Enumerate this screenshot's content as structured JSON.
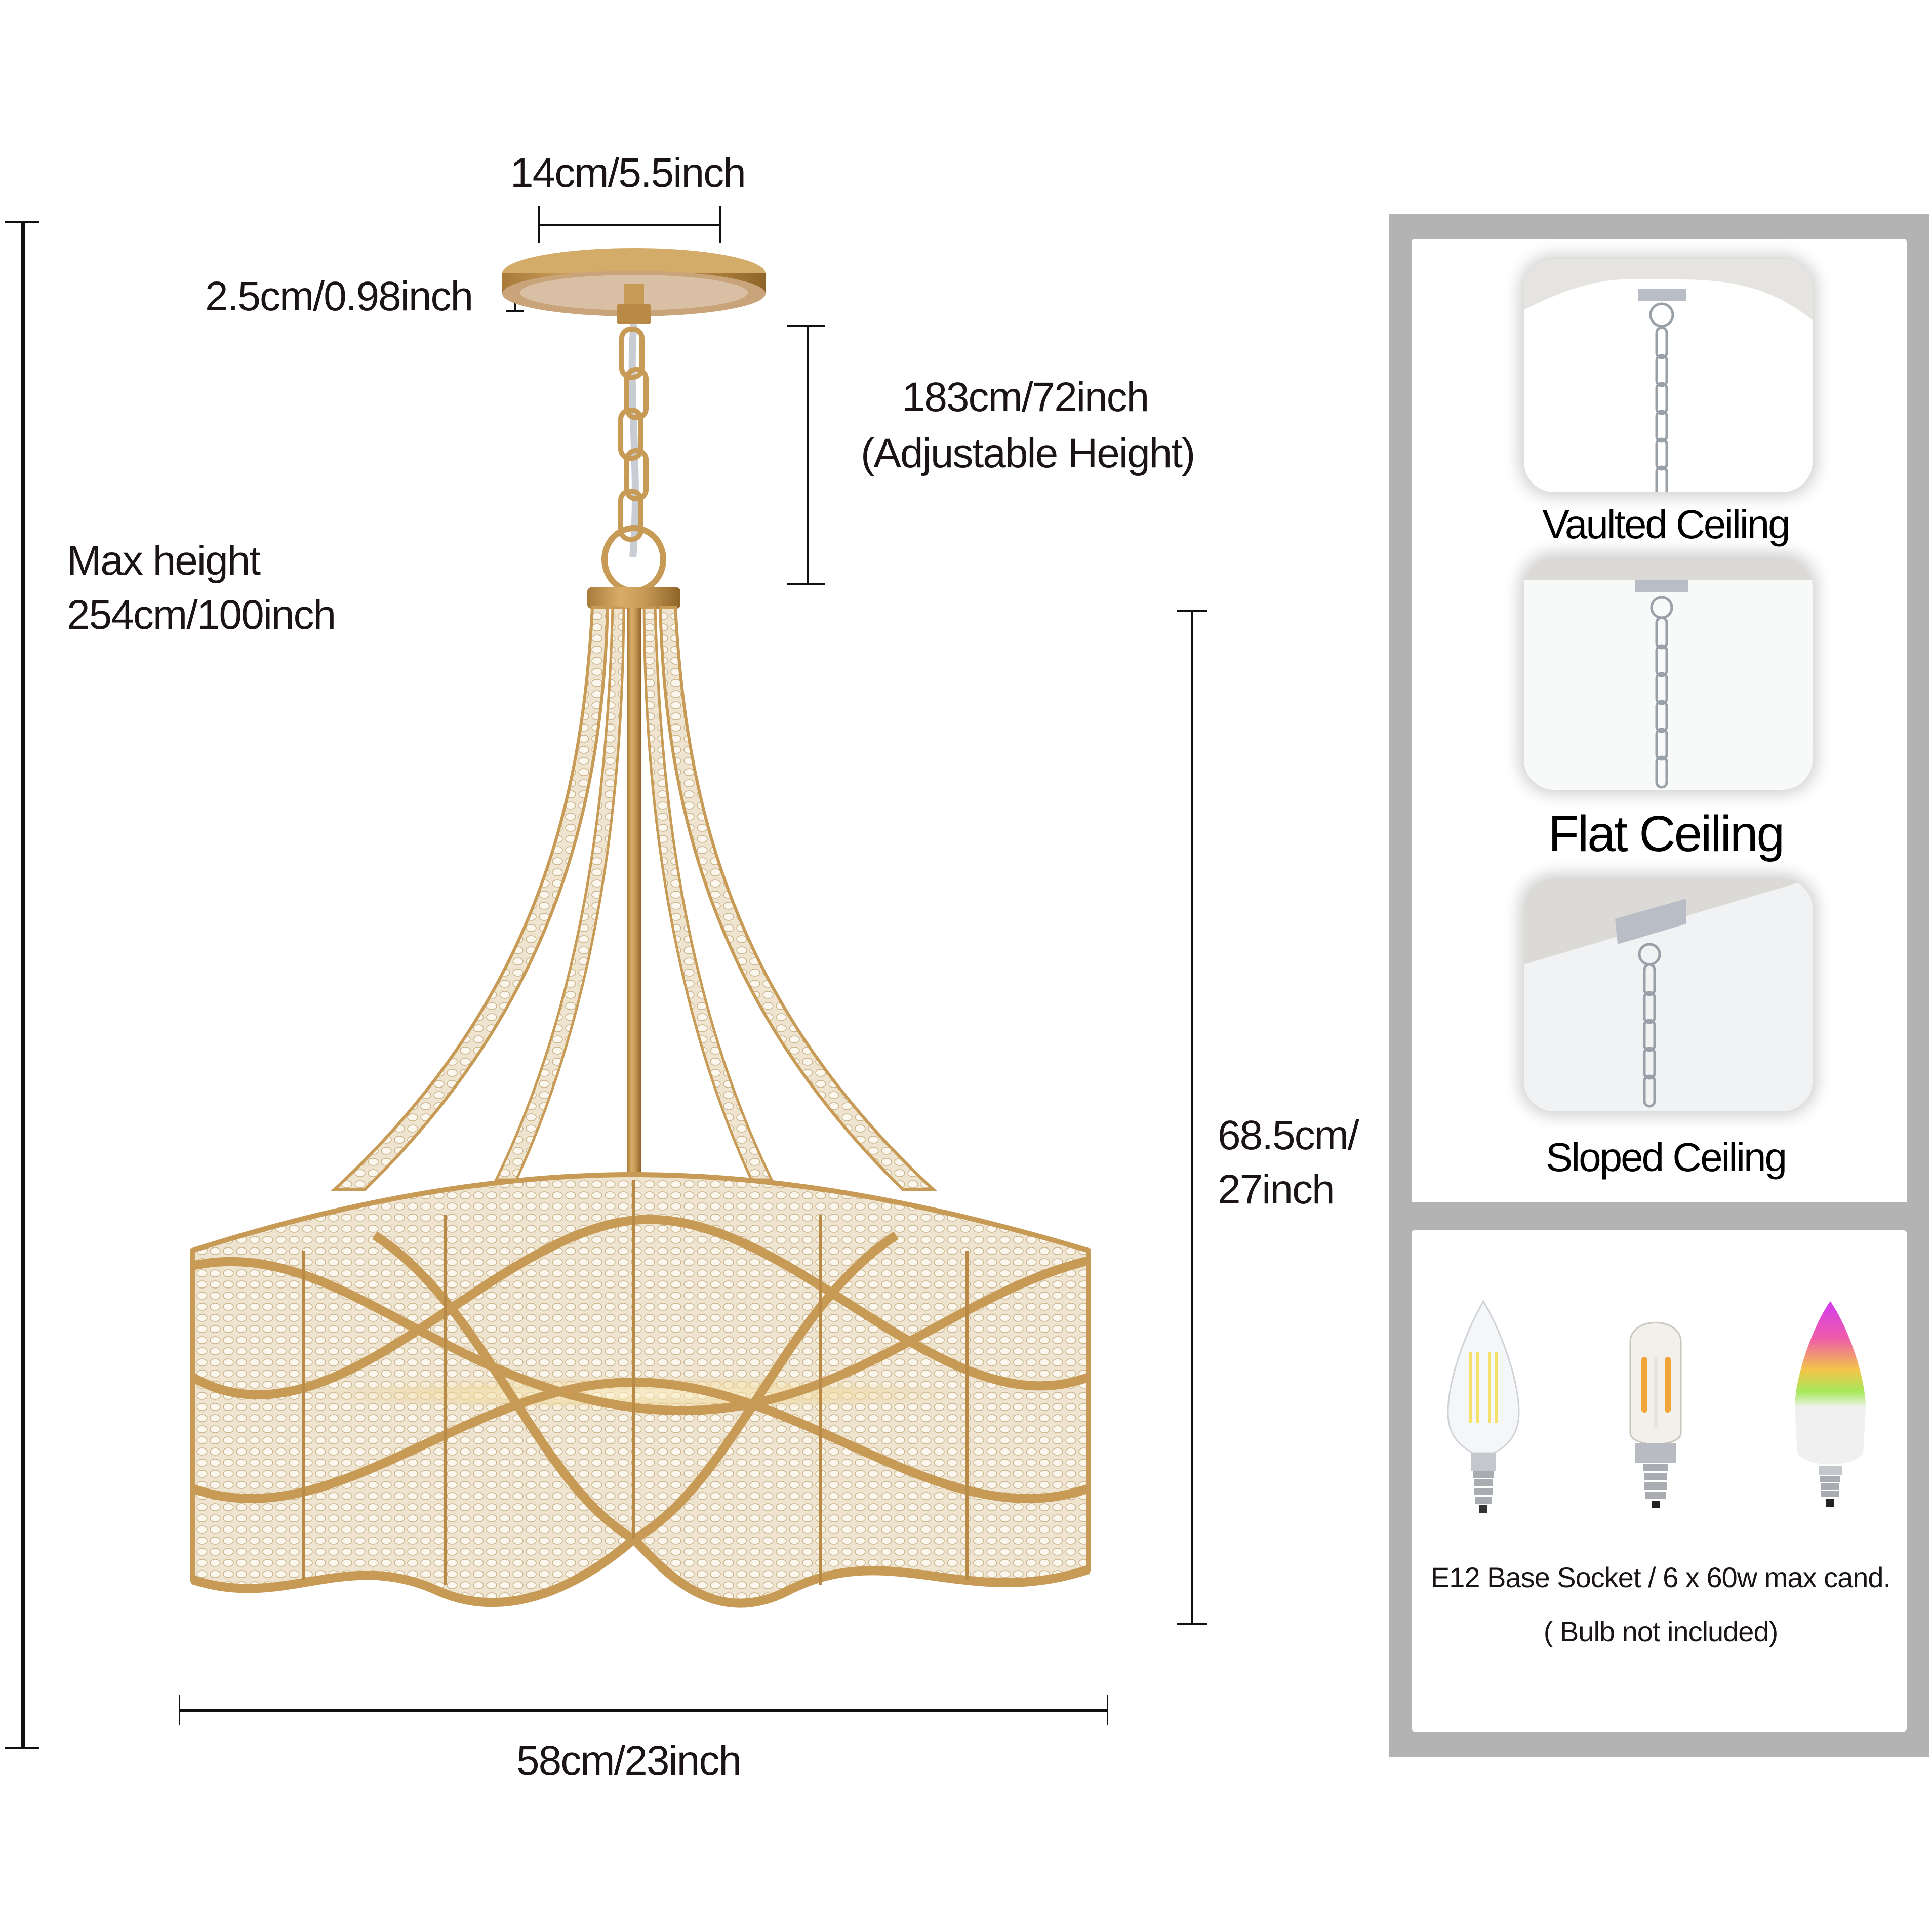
{
  "dimensions": {
    "canopy_width": "14cm/5.5inch",
    "canopy_height": "2.5cm/0.98inch",
    "chain_length_line1": "183cm/72inch",
    "chain_length_line2": "(Adjustable Height)",
    "max_height_line1": "Max height",
    "max_height_line2": "254cm/100inch",
    "body_height_line1": "68.5cm/",
    "body_height_line2": "27inch",
    "body_width": "58cm/23inch"
  },
  "installation_panel": {
    "tiles": [
      {
        "caption": "Vaulted Ceiling",
        "ceiling": "vaulted"
      },
      {
        "caption": "Flat Ceiling",
        "ceiling": "flat"
      },
      {
        "caption": "Sloped Ceiling",
        "ceiling": "sloped"
      }
    ]
  },
  "bulb_panel": {
    "bulbs": [
      {
        "type": "candle-filament-bulb"
      },
      {
        "type": "tubular-filament-bulb"
      },
      {
        "type": "rgb-smart-bulb"
      }
    ],
    "spec_line": "E12 Base Socket / 6 x 60w max cand.",
    "note": "( Bulb not included)"
  },
  "colors": {
    "brass": "#c79a55",
    "brass_dark": "#a87a3a",
    "panel_frame": "#b3b3b3",
    "text": "#1a1414"
  }
}
